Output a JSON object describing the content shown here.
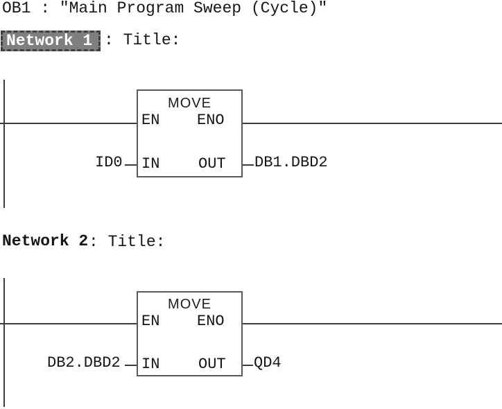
{
  "editor": {
    "block_header": "OB1 : \"Main Program Sweep (Cycle)\""
  },
  "colors": {
    "background": "#ffffff",
    "wire": "#3c3c3c",
    "block_border": "#585858",
    "text": "#161616",
    "selection_background": "#7f7f7f",
    "selection_text": "#ffffff"
  },
  "networks": [
    {
      "label": "Network 1",
      "suffix": ": Title:",
      "selected": true,
      "block": {
        "type": "MOVE",
        "ports": {
          "en": "EN",
          "eno": "ENO",
          "in": "IN",
          "out": "OUT"
        },
        "in_operand": "ID0",
        "out_operand": "DB1.DBD2"
      }
    },
    {
      "label": "Network 2",
      "suffix": ": Title:",
      "selected": false,
      "block": {
        "type": "MOVE",
        "ports": {
          "en": "EN",
          "eno": "ENO",
          "in": "IN",
          "out": "OUT"
        },
        "in_operand": "DB2.DBD2",
        "out_operand": "QD4"
      }
    }
  ]
}
